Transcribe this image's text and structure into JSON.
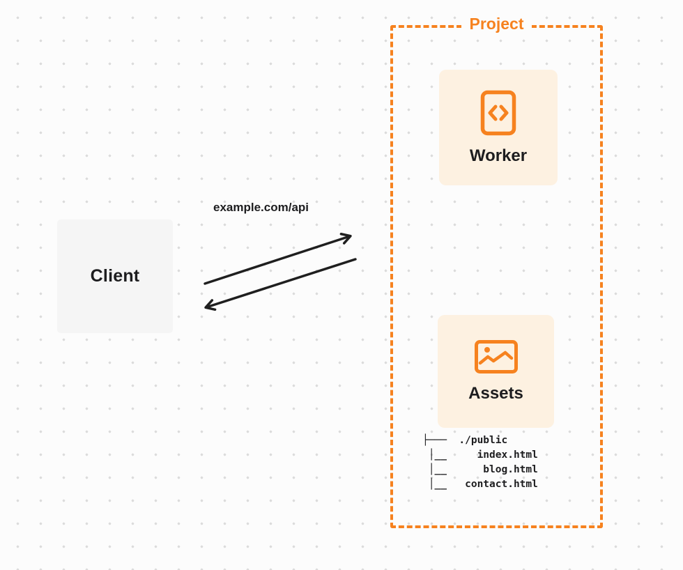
{
  "client": {
    "label": "Client"
  },
  "request_label": "example.com/api",
  "project": {
    "label": "Project",
    "worker_label": "Worker",
    "assets_label": "Assets",
    "file_tree": [
      "├───  ./public",
      " │__     index.html",
      " │__      blog.html",
      " │__   contact.html"
    ]
  },
  "icons": {
    "worker": "code-icon",
    "assets": "image-icon",
    "arrows": "request-response-arrows"
  },
  "colors": {
    "accent_orange": "#F6821F",
    "card_background": "#FDF1E1",
    "client_background": "#F5F5F5",
    "text": "#1D1D1F",
    "page_background": "#FCFCFC"
  }
}
